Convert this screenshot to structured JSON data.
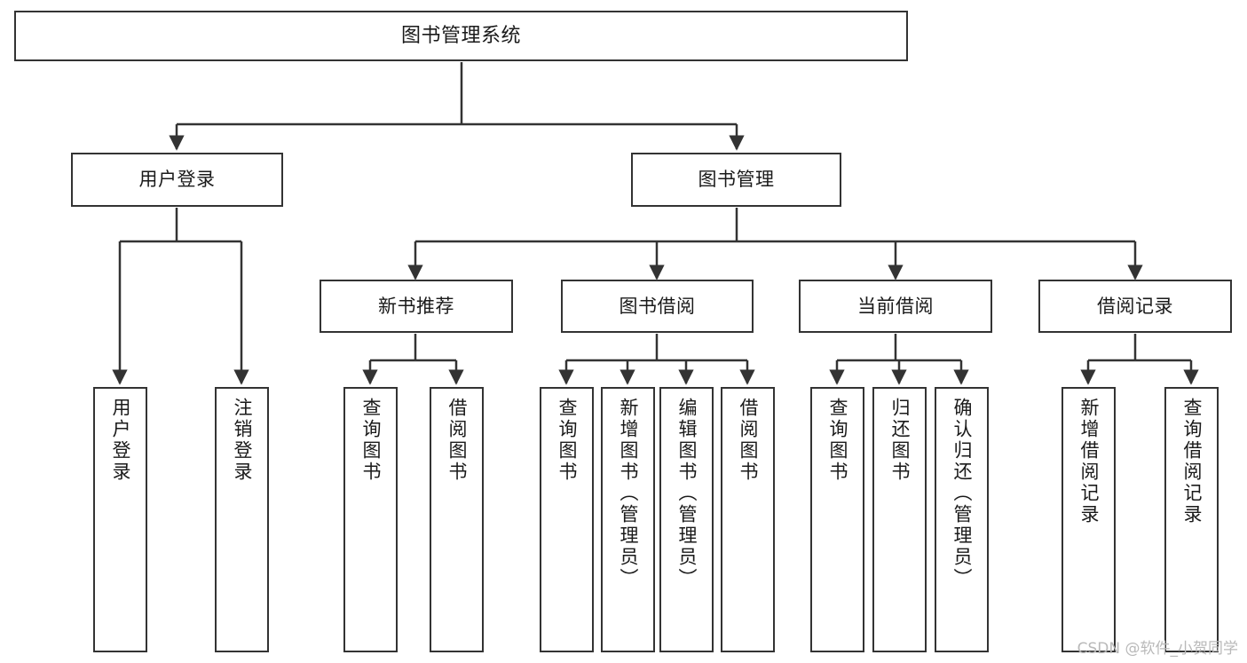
{
  "diagram": {
    "title": "图书管理系统",
    "type": "hierarchy-tree",
    "colors": {
      "box_border": "#333333",
      "box_fill": "#ffffff",
      "edge": "#333333",
      "text": "#1a1a1a",
      "watermark": "#b9b9b9",
      "background": "#ffffff"
    }
  },
  "nodes": {
    "root": {
      "label": "图书管理系统"
    },
    "level2": [
      {
        "label": "用户登录"
      },
      {
        "label": "图书管理"
      }
    ],
    "level3": [
      {
        "label": "新书推荐"
      },
      {
        "label": "图书借阅"
      },
      {
        "label": "当前借阅"
      },
      {
        "label": "借阅记录"
      }
    ],
    "leaves": {
      "user_login": [
        {
          "label": "用户登录"
        },
        {
          "label": "注销登录"
        }
      ],
      "new_book": [
        {
          "label": "查询图书"
        },
        {
          "label": "借阅图书"
        }
      ],
      "book_borrow": [
        {
          "label": "查询图书"
        },
        {
          "label": "新增图书（管理员）"
        },
        {
          "label": "编辑图书（管理员）"
        },
        {
          "label": "借阅图书"
        }
      ],
      "current_borrow": [
        {
          "label": "查询图书"
        },
        {
          "label": "归还图书"
        },
        {
          "label": "确认归还（管理员）"
        }
      ],
      "borrow_record": [
        {
          "label": "新增借阅记录"
        },
        {
          "label": "查询借阅记录"
        }
      ]
    }
  },
  "watermark": {
    "text": "CSDN @软件_小贺同学"
  }
}
